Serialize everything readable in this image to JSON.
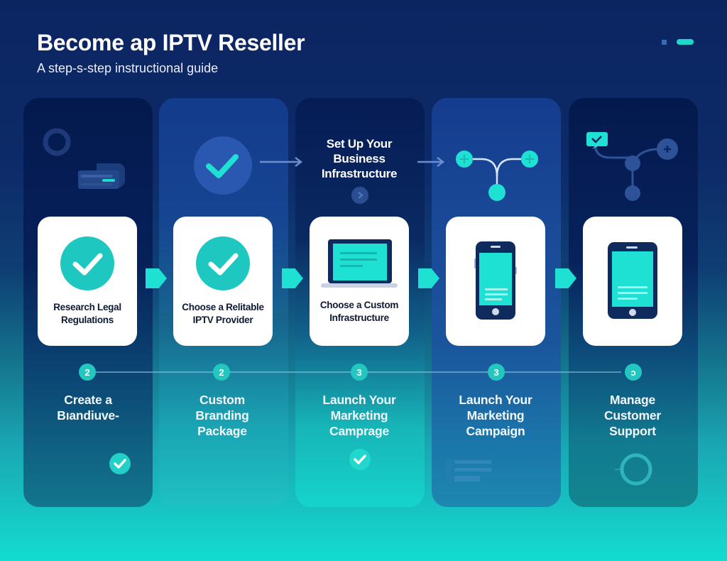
{
  "header": {
    "title": "Become ap IPTV Reseller",
    "subtitle": "A step-s-step instructional guide"
  },
  "colors": {
    "accent": "#1ee0d3",
    "step_badge": "#22c7c0",
    "background_top": "#0b2561",
    "background_bottom": "#14dccf",
    "card": "#ffffff",
    "card_text": "#0f1a33"
  },
  "top_section": {
    "column_3_heading": "Set Up Your Business Infrastructure",
    "column_3_heading_lines": [
      "Set Up Your",
      "Business",
      "Infrastructure"
    ],
    "icons": [
      "ring-icon",
      "document-tag-icon",
      "checkmark-circle-icon",
      "arrow-right-icon",
      "play-circle-icon",
      "arrow-right-icon",
      "branch-nodes-icon",
      "chat-check-network-icon"
    ]
  },
  "cards": [
    {
      "label_lines": [
        "Research Legal",
        "Regulations"
      ],
      "icon": "checkmark-circle-icon"
    },
    {
      "label_lines": [
        "Choose a Relitable",
        "IPTV Provider"
      ],
      "icon": "checkmark-circle-icon"
    },
    {
      "label_lines": [
        "Choose a Custom",
        "Infrastructure"
      ],
      "icon": "laptop-icon"
    },
    {
      "label_lines": [],
      "icon": "smartphone-icon"
    },
    {
      "label_lines": [],
      "icon": "tablet-icon"
    }
  ],
  "steps": [
    {
      "number": "2",
      "title_lines": [
        "Create a",
        "Bıandiuve-"
      ],
      "bottom_icon": "check-badge-icon"
    },
    {
      "number": "2",
      "title_lines": [
        "Custom",
        "Branding",
        "Package"
      ],
      "bottom_icon": ""
    },
    {
      "number": "3",
      "title_lines": [
        "Launch Your",
        "Marketing",
        "Camprage"
      ],
      "bottom_icon": "check-badge-icon"
    },
    {
      "number": "3",
      "title_lines": [
        "Launch Your",
        "Marketing",
        "Campaign"
      ],
      "bottom_icon": "text-lines-icon"
    },
    {
      "number": "ɔ",
      "title_lines": [
        "Manage",
        "Customer",
        "Support"
      ],
      "bottom_icon": "ring-icon"
    }
  ]
}
